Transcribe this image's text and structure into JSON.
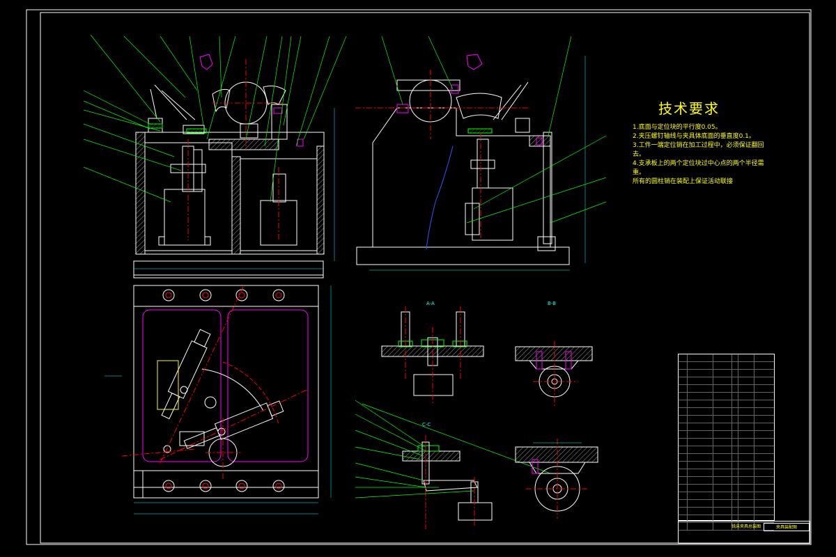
{
  "technical_requirements": {
    "title": "技术要求",
    "lines": [
      "1.底面与定位块的平行度0.05。",
      "2.夹压螺钉轴线与夹具体底面的垂直度0.1。",
      "3.工件一端定位销在加工过程中，必须保证翻回",
      "  去。",
      "4.支承板上的两个定位块过中心点的两个半径需",
      "  重。",
      "  所有的圆柱销在装配上保证活动联接"
    ]
  },
  "section_labels": {
    "aa": "A-A",
    "bb": "B-B",
    "cc": "C-C"
  },
  "title_block": {
    "drawing_name": "夹具装配图",
    "label": "铣床夹具总装图"
  },
  "colors": {
    "background": "#000000",
    "outline": "#ffffff",
    "leader": "#00ff00",
    "centerline": "#ff0000",
    "hatch": "#ff00ff",
    "dimension": "#00ffff",
    "text": "#ffff00"
  }
}
